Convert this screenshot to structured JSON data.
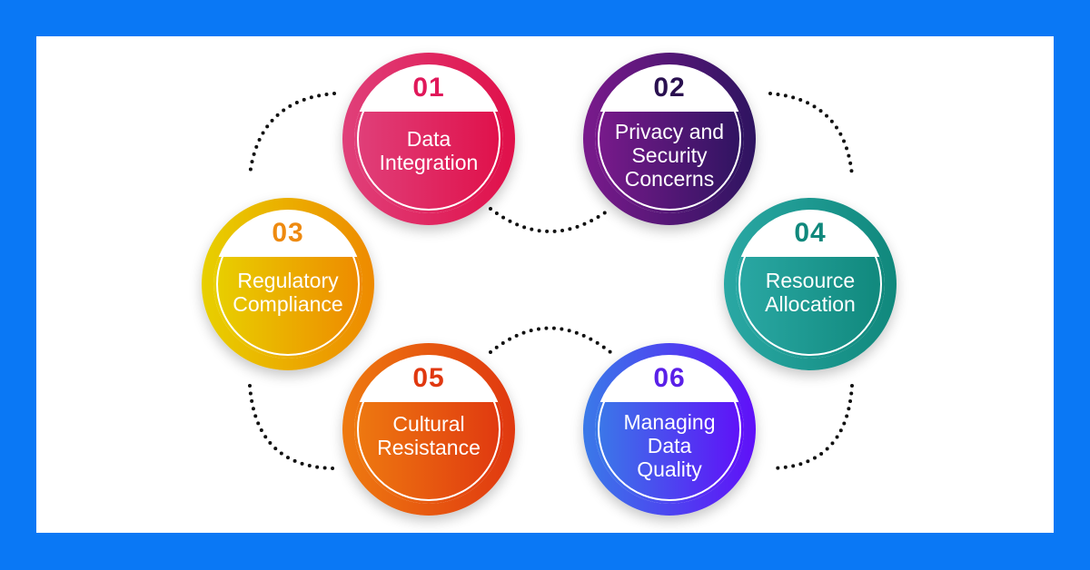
{
  "frame": {
    "background": "#0a78f5",
    "panel_background": "#ffffff"
  },
  "items": [
    {
      "number": "01",
      "label_lines": [
        "Data",
        "Integration"
      ],
      "gradient": [
        "#e0407a",
        "#e0104a"
      ],
      "number_color": "#e0185a"
    },
    {
      "number": "02",
      "label_lines": [
        "Privacy and",
        "Security",
        "Concerns"
      ],
      "gradient": [
        "#7a1a8c",
        "#2e1460"
      ],
      "number_color": "#2a1050"
    },
    {
      "number": "03",
      "label_lines": [
        "Regulatory",
        "Compliance"
      ],
      "gradient": [
        "#e8d000",
        "#ee8a00"
      ],
      "number_color": "#ee8a10"
    },
    {
      "number": "04",
      "label_lines": [
        "Resource",
        "Allocation"
      ],
      "gradient": [
        "#2aa8a4",
        "#10887c"
      ],
      "number_color": "#10887c"
    },
    {
      "number": "05",
      "label_lines": [
        "Cultural",
        "Resistance"
      ],
      "gradient": [
        "#ee7a10",
        "#e03810"
      ],
      "number_color": "#e03810"
    },
    {
      "number": "06",
      "label_lines": [
        "Managing",
        "Data",
        "Quality"
      ],
      "gradient": [
        "#3a7ae8",
        "#6010f8"
      ],
      "number_color": "#5a20e8"
    }
  ],
  "connector_style": "dotted-black-arcs"
}
